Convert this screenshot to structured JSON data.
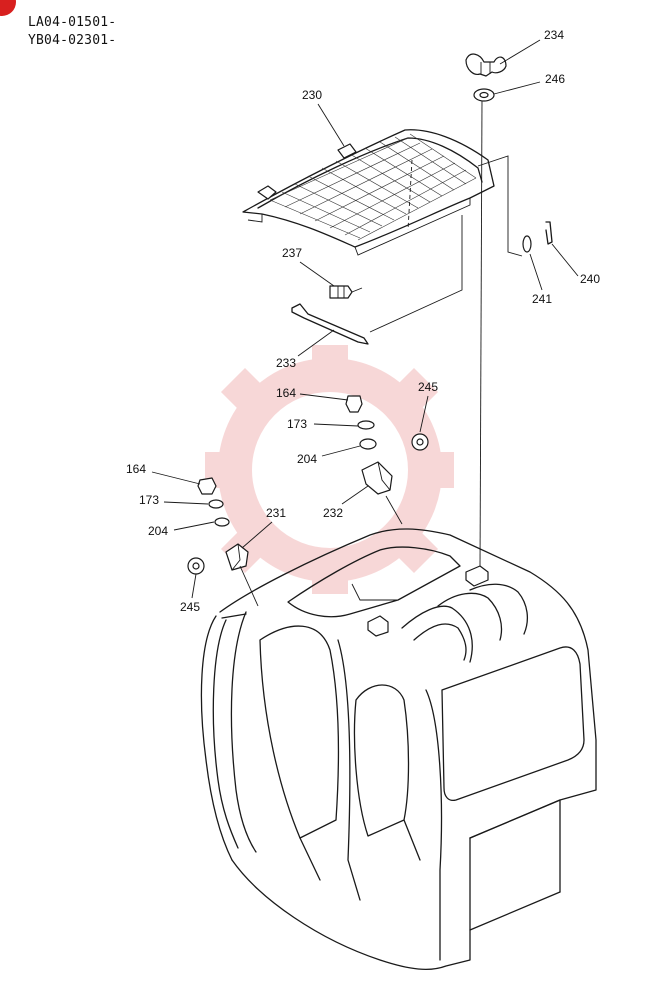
{
  "header": {
    "serial_lines": [
      "LA04-01501-",
      "YB04-02301-"
    ]
  },
  "callouts": {
    "p234": "234",
    "p246": "246",
    "p230": "230",
    "p237": "237",
    "p241": "241",
    "p240": "240",
    "p233": "233",
    "p164a": "164",
    "p173a": "173",
    "p204a": "204",
    "p245a": "245",
    "p232": "232",
    "p164b": "164",
    "p173b": "173",
    "p204b": "204",
    "p231": "231",
    "p245b": "245"
  },
  "colors": {
    "line": "#1a1a1a",
    "watermark": "#f2b8b8",
    "badge": "#d8201f"
  }
}
